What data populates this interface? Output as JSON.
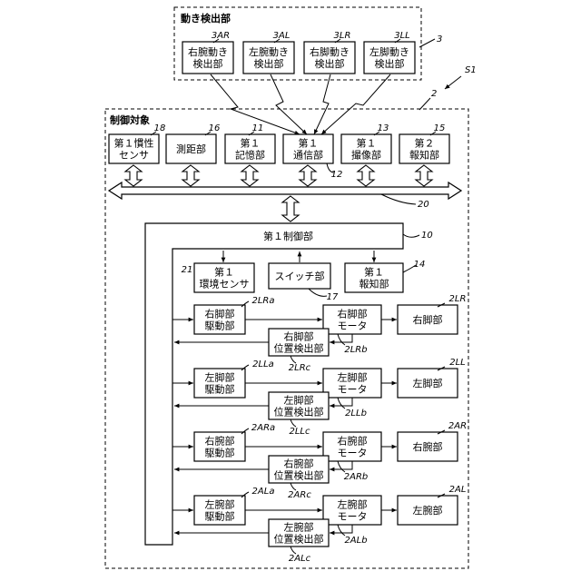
{
  "system_ref": "S1",
  "motion_detection": {
    "title": "動き検出部",
    "ref": "3",
    "units": [
      {
        "ref": "3AR",
        "lines": [
          "右腕動き",
          "検出部"
        ]
      },
      {
        "ref": "3AL",
        "lines": [
          "左腕動き",
          "検出部"
        ]
      },
      {
        "ref": "3LR",
        "lines": [
          "右脚動き",
          "検出部"
        ]
      },
      {
        "ref": "3LL",
        "lines": [
          "左脚動き",
          "検出部"
        ]
      }
    ]
  },
  "controlled_object": {
    "title": "制御対象",
    "ref": "2",
    "top_units": [
      {
        "ref": "18",
        "lines": [
          "第１慣性",
          "センサ"
        ]
      },
      {
        "ref": "16",
        "lines": [
          "測距部"
        ]
      },
      {
        "ref": "11",
        "lines": [
          "第１",
          "記憶部"
        ]
      },
      {
        "ref": "12",
        "lines": [
          "第１",
          "通信部"
        ]
      },
      {
        "ref": "13",
        "lines": [
          "第１",
          "撮像部"
        ]
      },
      {
        "ref": "15",
        "lines": [
          "第２",
          "報知部"
        ]
      }
    ],
    "bus_ref": "20",
    "controller": {
      "label": "第１制御部",
      "ref": "10"
    },
    "inner_units": [
      {
        "ref": "21",
        "lines": [
          "第１",
          "環境センサ"
        ]
      },
      {
        "ref": "17",
        "lines": [
          "スイッチ部"
        ]
      },
      {
        "ref": "14",
        "lines": [
          "第１",
          "報知部"
        ]
      }
    ],
    "limbs": [
      {
        "ref": "2LR",
        "part": "右脚部",
        "driver": [
          "右脚部",
          "駆動部"
        ],
        "driver_ref": "2LRa",
        "motor": [
          "右脚部",
          "モータ"
        ],
        "motor_ref": "2LRb",
        "sensor": [
          "右脚部",
          "位置検出部"
        ],
        "sensor_ref": "2LRc"
      },
      {
        "ref": "2LL",
        "part": "左脚部",
        "driver": [
          "左脚部",
          "駆動部"
        ],
        "driver_ref": "2LLa",
        "motor": [
          "左脚部",
          "モータ"
        ],
        "motor_ref": "2LLb",
        "sensor": [
          "左脚部",
          "位置検出部"
        ],
        "sensor_ref": "2LLc"
      },
      {
        "ref": "2AR",
        "part": "右腕部",
        "driver": [
          "右腕部",
          "駆動部"
        ],
        "driver_ref": "2ARa",
        "motor": [
          "右腕部",
          "モータ"
        ],
        "motor_ref": "2ARb",
        "sensor": [
          "右腕部",
          "位置検出部"
        ],
        "sensor_ref": "2ARc"
      },
      {
        "ref": "2AL",
        "part": "左腕部",
        "driver": [
          "左腕部",
          "駆動部"
        ],
        "driver_ref": "2ALa",
        "motor": [
          "左腕部",
          "モータ"
        ],
        "motor_ref": "2ALb",
        "sensor": [
          "左腕部",
          "位置検出部"
        ],
        "sensor_ref": "2ALc"
      }
    ]
  }
}
